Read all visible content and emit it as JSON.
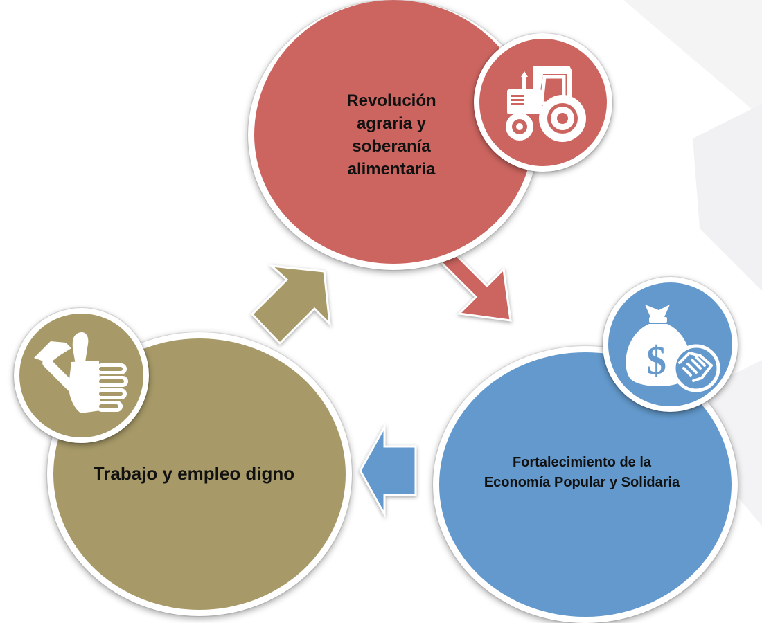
{
  "nodes": [
    {
      "id": "agraria",
      "label": "Revolución agraria y soberanía alimentaria",
      "color": "#cc6560",
      "icon": "tractor-icon"
    },
    {
      "id": "economia",
      "label": "Fortalecimiento de la Economía Popular y Solidaria",
      "color": "#6399cc",
      "icon": "money-bag-handshake-icon"
    },
    {
      "id": "trabajo",
      "label": "Trabajo y empleo digno",
      "color": "#a79a68",
      "icon": "hammer-thumbs-up-icon"
    }
  ],
  "arrows": [
    {
      "from": "agraria",
      "to": "economia",
      "color": "#cc6560"
    },
    {
      "from": "economia",
      "to": "trabajo",
      "color": "#6399cc"
    },
    {
      "from": "trabajo",
      "to": "agraria",
      "color": "#a79a68"
    }
  ]
}
